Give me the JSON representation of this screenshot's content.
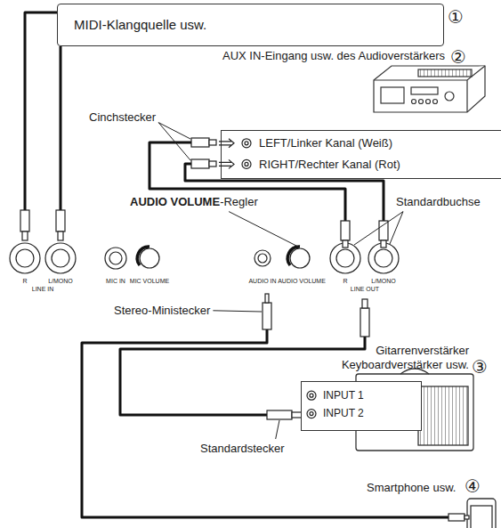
{
  "diagram": {
    "nodes": [
      {
        "text": [
          "MIDI-Klangquelle usw."
        ]
      },
      {
        "text": [
          "LEFT/Linker Kanal (Weiß)",
          "RIGHT/Rechter Kanal (Rot)"
        ]
      },
      {
        "text": [
          "INPUT 1",
          "INPUT 2"
        ]
      }
    ],
    "labels": [
      "①",
      "AUX IN-Eingang usw. des Audioverstärkers",
      "②",
      "Cinchstecker",
      "AUDIO VOLUME",
      "-Regler",
      "Standardbuchse",
      "R",
      "L/MONO",
      "LINE IN",
      "MIC IN",
      "MIC VOLUME",
      "AUDIO IN",
      "AUDIO VOLUME",
      "R",
      "L/MONO",
      "LINE OUT",
      "Stereo-Ministecker",
      "Gitarrenverstärker Keyboardverstärker usw.",
      "③",
      "Standardstecker",
      "Smartphone usw.",
      "④"
    ]
  }
}
